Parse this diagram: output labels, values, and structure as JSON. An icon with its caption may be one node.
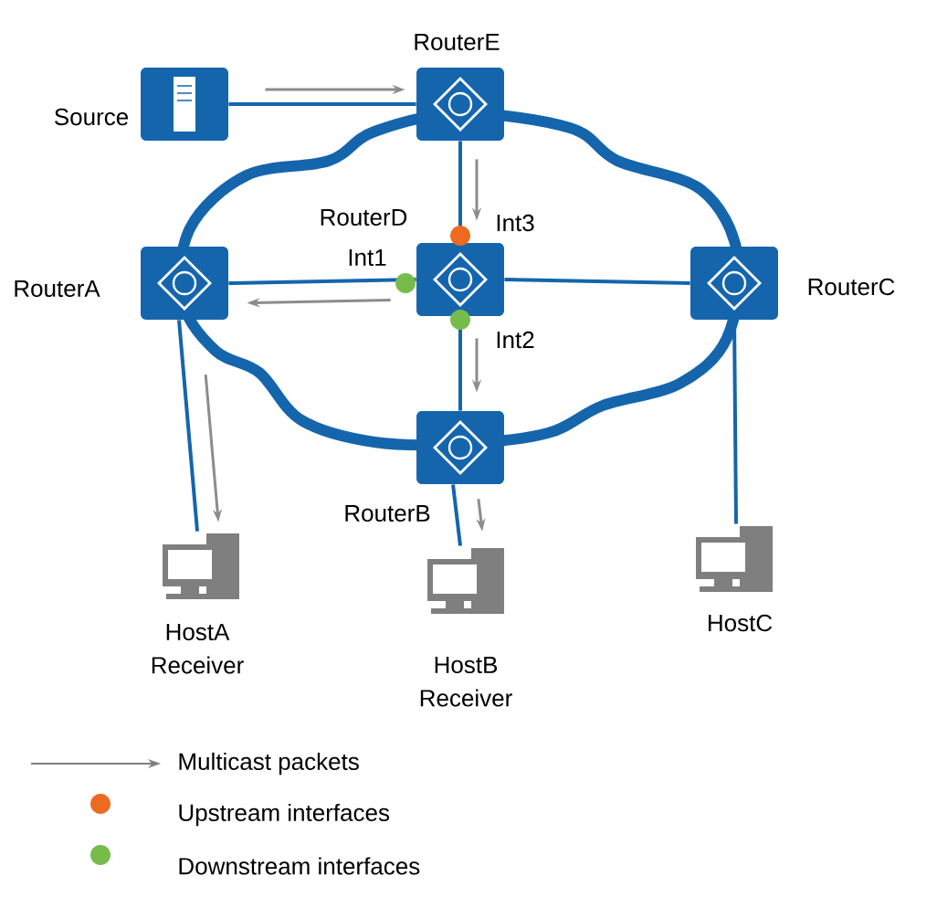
{
  "diagram": {
    "nodes": [
      {
        "text": [
          "Source"
        ]
      },
      {
        "text": [
          "RouterE"
        ]
      },
      {
        "text": [
          "RouterD"
        ]
      },
      {
        "text": [
          "RouterA"
        ]
      },
      {
        "text": [
          "RouterC"
        ]
      },
      {
        "text": [
          "RouterB"
        ]
      },
      {
        "text": [
          "HostA",
          "Receiver"
        ]
      },
      {
        "text": [
          "HostB",
          "Receiver"
        ]
      },
      {
        "text": [
          "HostC"
        ]
      }
    ],
    "edges": [
      {
        "from": 0,
        "to": 1,
        "arrow": "none"
      },
      {
        "from": 1,
        "to": 2,
        "arrow": "none"
      },
      {
        "from": 2,
        "to": 3,
        "arrow": "none"
      },
      {
        "from": 2,
        "to": 4,
        "arrow": "none"
      },
      {
        "from": 2,
        "to": 5,
        "arrow": "none"
      },
      {
        "from": 3,
        "to": 6,
        "arrow": "none"
      },
      {
        "from": 5,
        "to": 7,
        "arrow": "none"
      },
      {
        "from": 4,
        "to": 8,
        "arrow": "none"
      },
      {
        "from": 0,
        "to": 1,
        "arrow": "to",
        "color": "#8c8c8c"
      },
      {
        "from": 1,
        "to": 2,
        "arrow": "to",
        "color": "#8c8c8c"
      },
      {
        "from": 2,
        "to": 3,
        "arrow": "to",
        "color": "#8c8c8c"
      },
      {
        "from": 2,
        "to": 5,
        "arrow": "to",
        "color": "#8c8c8c"
      },
      {
        "from": 3,
        "to": 6,
        "arrow": "to",
        "color": "#8c8c8c"
      },
      {
        "from": 5,
        "to": 7,
        "arrow": "to",
        "color": "#8c8c8c"
      }
    ],
    "labels": [
      "Int3",
      "Int1",
      "Int2"
    ],
    "legend": [
      {
        "text": "Multicast packets"
      },
      {
        "text": "Upstream interfaces",
        "color": "#ee6a22"
      },
      {
        "text": "Downstream interfaces",
        "color": "#76bc4b"
      }
    ]
  }
}
